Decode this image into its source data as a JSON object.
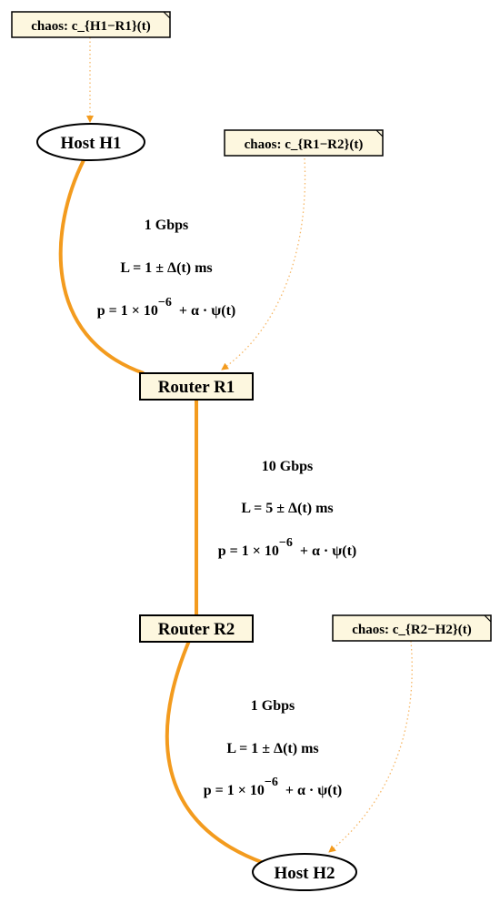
{
  "nodes": {
    "h1": {
      "label": "Host H1"
    },
    "r1": {
      "label": "Router R1"
    },
    "r2": {
      "label": "Router R2"
    },
    "h2": {
      "label": "Host H2"
    }
  },
  "notes": {
    "n1": {
      "label": "chaos: c_{H1−R1}(t)"
    },
    "n2": {
      "label": "chaos: c_{R1−R2}(t)"
    },
    "n3": {
      "label": "chaos: c_{R2−H2}(t)"
    }
  },
  "links": {
    "e1": {
      "bandwidth": "1 Gbps",
      "latency": "L = 1 ± Δ(t) ms",
      "loss_base": "p = 1 × 10",
      "loss_exp": "−6",
      "loss_tail": " + α · ψ(t)"
    },
    "e2": {
      "bandwidth": "10 Gbps",
      "latency": "L = 5 ± Δ(t) ms",
      "loss_base": "p = 1 × 10",
      "loss_exp": "−6",
      "loss_tail": " + α · ψ(t)"
    },
    "e3": {
      "bandwidth": "1 Gbps",
      "latency": "L = 1 ± Δ(t) ms",
      "loss_base": "p = 1 × 10",
      "loss_exp": "−6",
      "loss_tail": " + α · ψ(t)"
    }
  },
  "colors": {
    "link": "#f39b1e",
    "note_edge": "#f6b766",
    "box_fill": "#fdf7df",
    "stroke": "#000000"
  }
}
